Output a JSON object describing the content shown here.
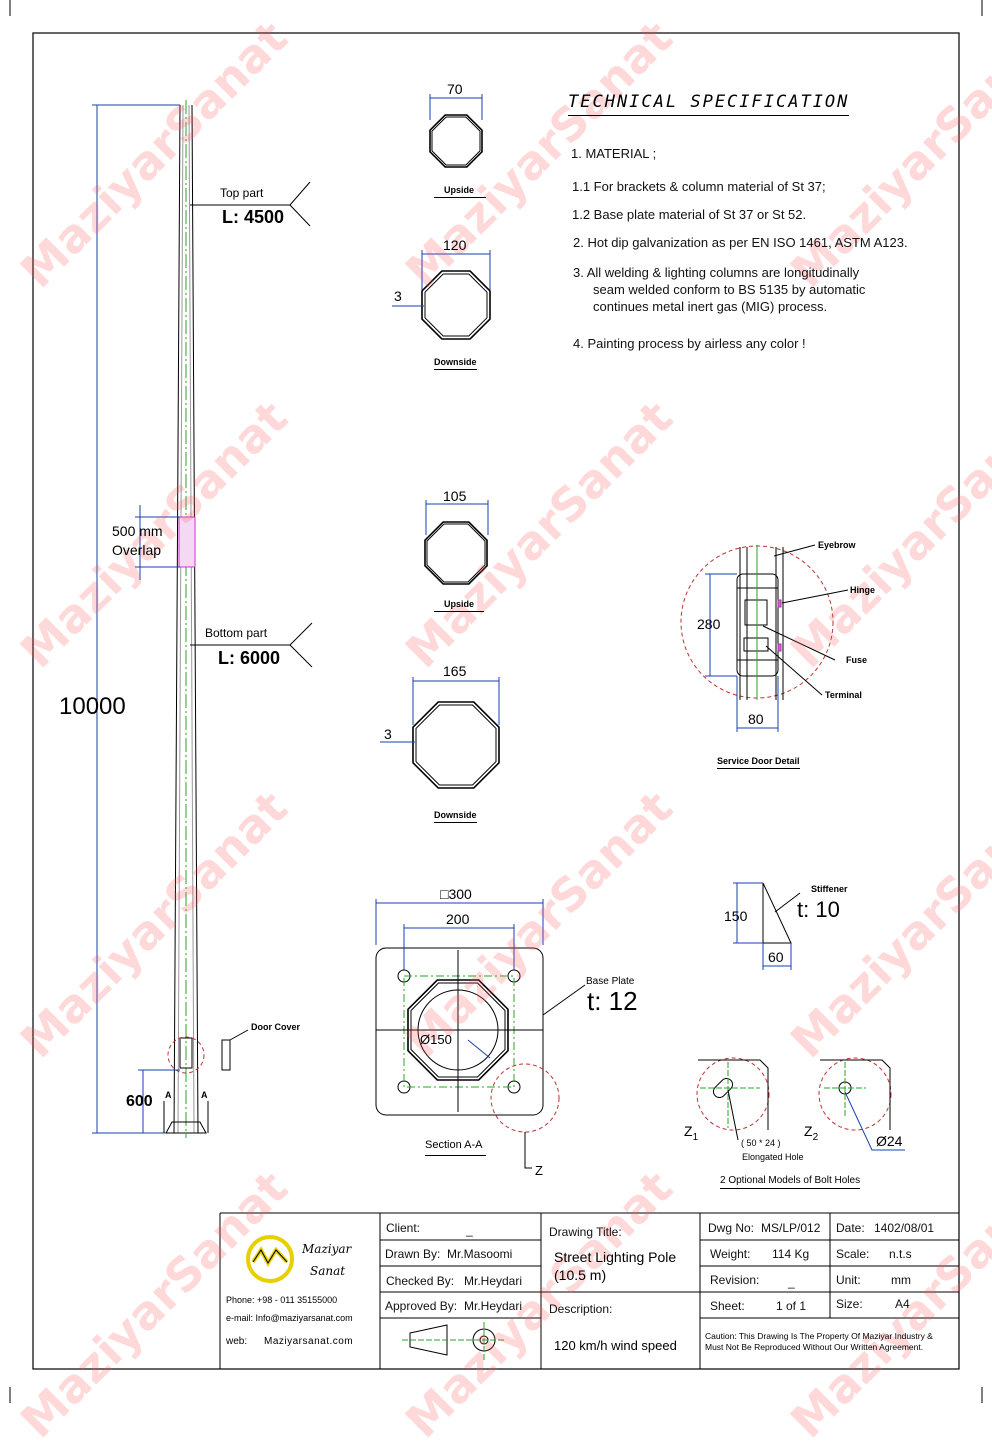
{
  "watermark": "MaziyarSanat",
  "spec": {
    "title": "TECHNICAL SPECIFICATION",
    "items": [
      "1. MATERIAL ;",
      "1.1  For brackets & column material  of St 37;",
      "1.2  Base plate material of St 37 or St 52.",
      "2.  Hot dip galvanization as per EN ISO 1461, ASTM A123.",
      "3.  All welding & lighting columns are longitudinally",
      "seam welded conform to BS 5135 by automatic",
      "continues metal inert gas (MIG) process.",
      "4.  Painting process by airless any color !"
    ]
  },
  "pole": {
    "total_height": "10000",
    "top_part_label": "Top part",
    "top_part_length": "L: 4500",
    "bottom_part_label": "Bottom part",
    "bottom_part_length": "L: 6000",
    "overlap_line1": "500 mm",
    "overlap_line2": "Overlap",
    "door_height": "600",
    "door_cover_label": "Door Cover",
    "section_mark": "A"
  },
  "top_sections": {
    "upside_dim": "70",
    "upside_label": "Upside",
    "downside_dim": "120",
    "downside_thickness": "3",
    "downside_label": "Downside"
  },
  "bottom_sections": {
    "upside_dim": "105",
    "upside_label": "Upside",
    "downside_dim": "165",
    "downside_thickness": "3",
    "downside_label": "Downside"
  },
  "service_door": {
    "height": "280",
    "width": "80",
    "labels": [
      "Eyebrow",
      "Hinge",
      "Fuse",
      "Terminal"
    ],
    "title": "Service Door Detail"
  },
  "base_plate": {
    "outer_dim": "□300",
    "bolt_spacing": "200",
    "hole_dia": "Ø150",
    "label": "Base Plate",
    "thickness": "t: 12",
    "section_title": "Section A-A",
    "detail_mark": "Z"
  },
  "stiffener": {
    "label": "Stiffener",
    "thickness": "t: 10",
    "height": "150",
    "width": "60"
  },
  "bolt_holes": {
    "z1": "Z",
    "z1_sub": "1",
    "z2": "Z",
    "z2_sub": "2",
    "elongated_size": "( 50 * 24 )",
    "elongated_label": "Elongated Hole",
    "round_dia": "Ø24",
    "title": "2 Optional Models of Bolt Holes"
  },
  "title_block": {
    "company_line1": "Maziyar",
    "company_line2": "Sanat",
    "phone": "Phone: +98 - 011 35155000",
    "email": "e-mail:  Info@maziyarsanat.com",
    "web_label": "web:",
    "web": "Maziyarsanat.com",
    "client_label": "Client:",
    "client": "_",
    "drawn_by_label": "Drawn By:",
    "drawn_by": "Mr.Masoomi",
    "checked_by_label": "Checked By:",
    "checked_by": "Mr.Heydari",
    "approved_by_label": "Approved By:",
    "approved_by": "Mr.Heydari",
    "drawing_title_label": "Drawing Title:",
    "drawing_title_1": "Street Lighting Pole",
    "drawing_title_2": "(10.5 m)",
    "description_label": "Description:",
    "description": "120 km/h wind speed",
    "dwg_no_label": "Dwg No:",
    "dwg_no": "MS/LP/012",
    "weight_label": "Weight:",
    "weight": "114 Kg",
    "revision_label": "Revision:",
    "revision": "_",
    "sheet_label": "Sheet:",
    "sheet": "1 of 1",
    "date_label": "Date:",
    "date": "1402/08/01",
    "scale_label": "Scale:",
    "scale": "n.t.s",
    "unit_label": "Unit:",
    "unit": "mm",
    "size_label": "Size:",
    "size": "A4",
    "caution_1": "Caution: This Drawing Is The Property Of Maziyar Industry &",
    "caution_2": "Must Not Be Reproduced Without Our Written Agreement."
  }
}
